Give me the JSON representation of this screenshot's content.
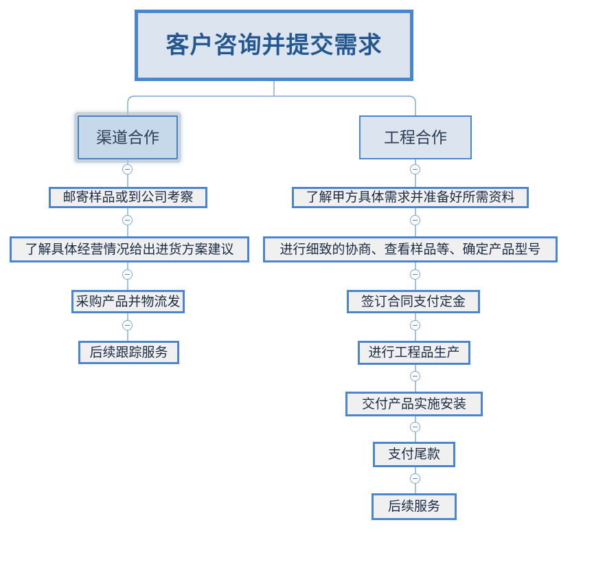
{
  "diagram": {
    "title": "客户咨询并提交需求",
    "type": "flowchart-tree",
    "colors": {
      "root_border": "#4a86d0",
      "root_fill": "#dce4f0",
      "root_text": "#23578f",
      "node_border": "#4a86d0",
      "node_fill": "#f0f0f0",
      "node_text": "#1a2b45",
      "level2_fill": "#dce4f0",
      "selected_fill": "#c5d9ea",
      "selection_halo": "#b0c0d0",
      "connector": "#7ba7d7",
      "background": "#ffffff"
    },
    "toggle_icon": "collapse-minus-icon"
  },
  "nodes": {
    "root": {
      "label": "客户咨询并提交需求"
    },
    "branch_left": {
      "label": "渠道合作",
      "selected": true
    },
    "branch_right": {
      "label": "工程合作",
      "selected": false
    },
    "left_steps": [
      {
        "label": "邮寄样品或到公司考察"
      },
      {
        "label": "了解具体经营情况给出进货方案建议"
      },
      {
        "label": "采购产品并物流发"
      },
      {
        "label": "后续跟踪服务"
      }
    ],
    "right_steps": [
      {
        "label": "了解甲方具体需求并准备好所需资料"
      },
      {
        "label": "进行细致的协商、查看样品等、确定产品型号"
      },
      {
        "label": "签订合同支付定金"
      },
      {
        "label": "进行工程品生产"
      },
      {
        "label": "交付产品实施安装"
      },
      {
        "label": "支付尾款"
      },
      {
        "label": "后续服务"
      }
    ]
  }
}
